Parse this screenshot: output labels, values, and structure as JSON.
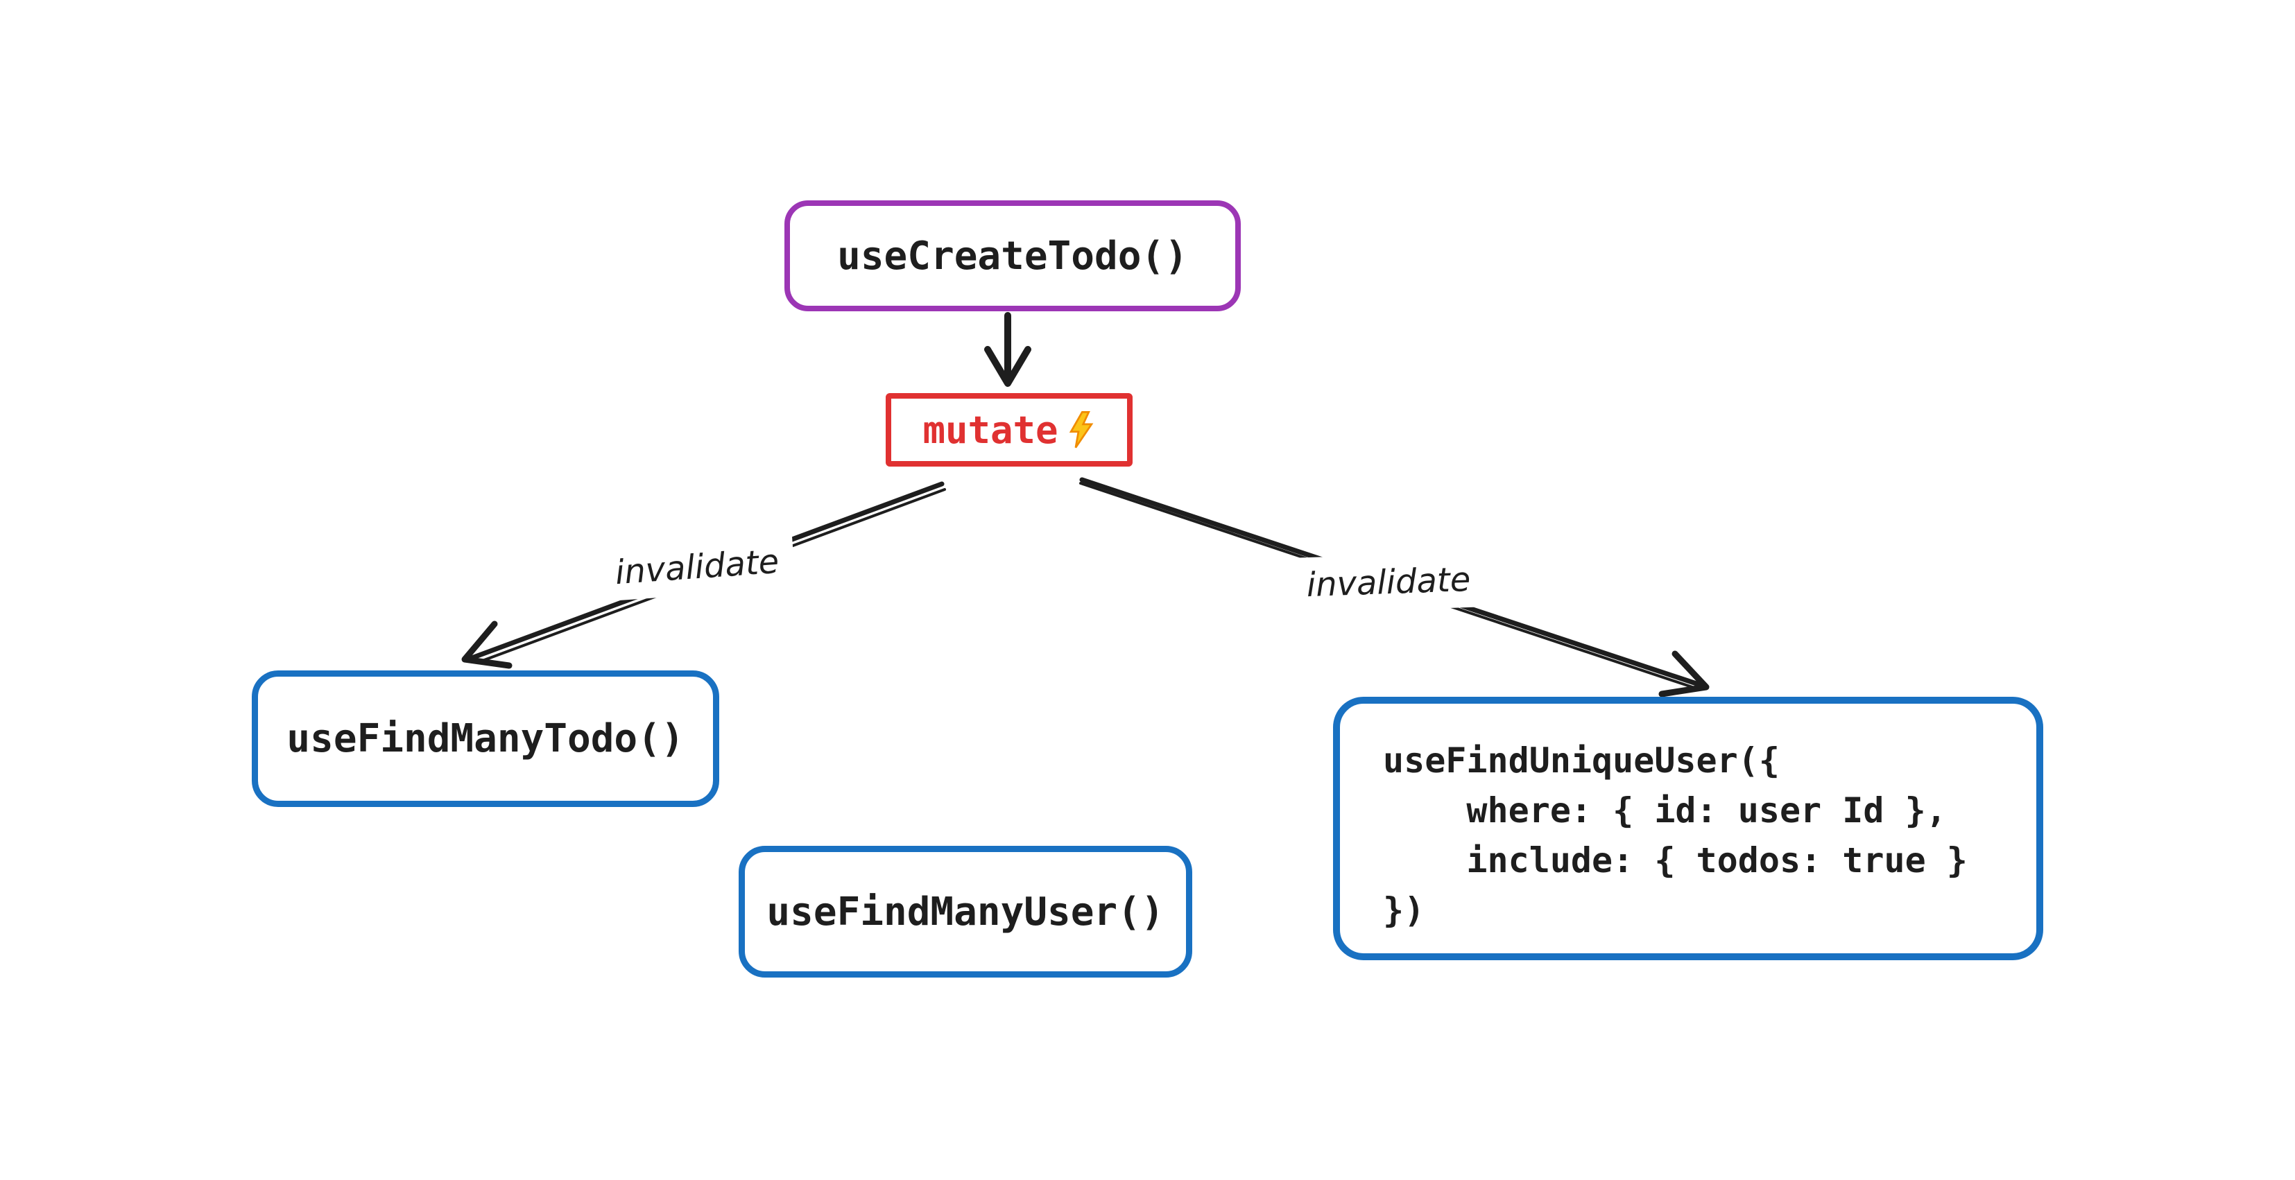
{
  "canvas": {
    "background": "#ffffff"
  },
  "nodes": {
    "create_todo": {
      "label": "useCreateTodo()",
      "border_color": "#9c36b5",
      "text_color": "#1e1e1e"
    },
    "mutate": {
      "label": "mutate",
      "border_color": "#e03131",
      "text_color": "#e03131",
      "icon": {
        "name": "lightning-bolt",
        "fill": "#fcc419",
        "stroke": "#f08c00"
      }
    },
    "find_many_todo": {
      "label": "useFindManyTodo()",
      "border_color": "#1971c2",
      "text_color": "#1e1e1e"
    },
    "find_many_user": {
      "label": "useFindManyUser()",
      "border_color": "#1971c2",
      "text_color": "#1e1e1e"
    },
    "find_unique_user": {
      "code": "useFindUniqueUser({\n    where: { id: user Id },\n    include: { todos: true }\n})",
      "border_color": "#1971c2",
      "text_color": "#1e1e1e"
    }
  },
  "edges": {
    "stroke_color": "#1e1e1e",
    "items": [
      {
        "from": "create_todo",
        "to": "mutate",
        "label": ""
      },
      {
        "from": "mutate",
        "to": "find_many_todo",
        "label": "invalidate"
      },
      {
        "from": "mutate",
        "to": "find_unique_user",
        "label": "invalidate"
      }
    ]
  }
}
